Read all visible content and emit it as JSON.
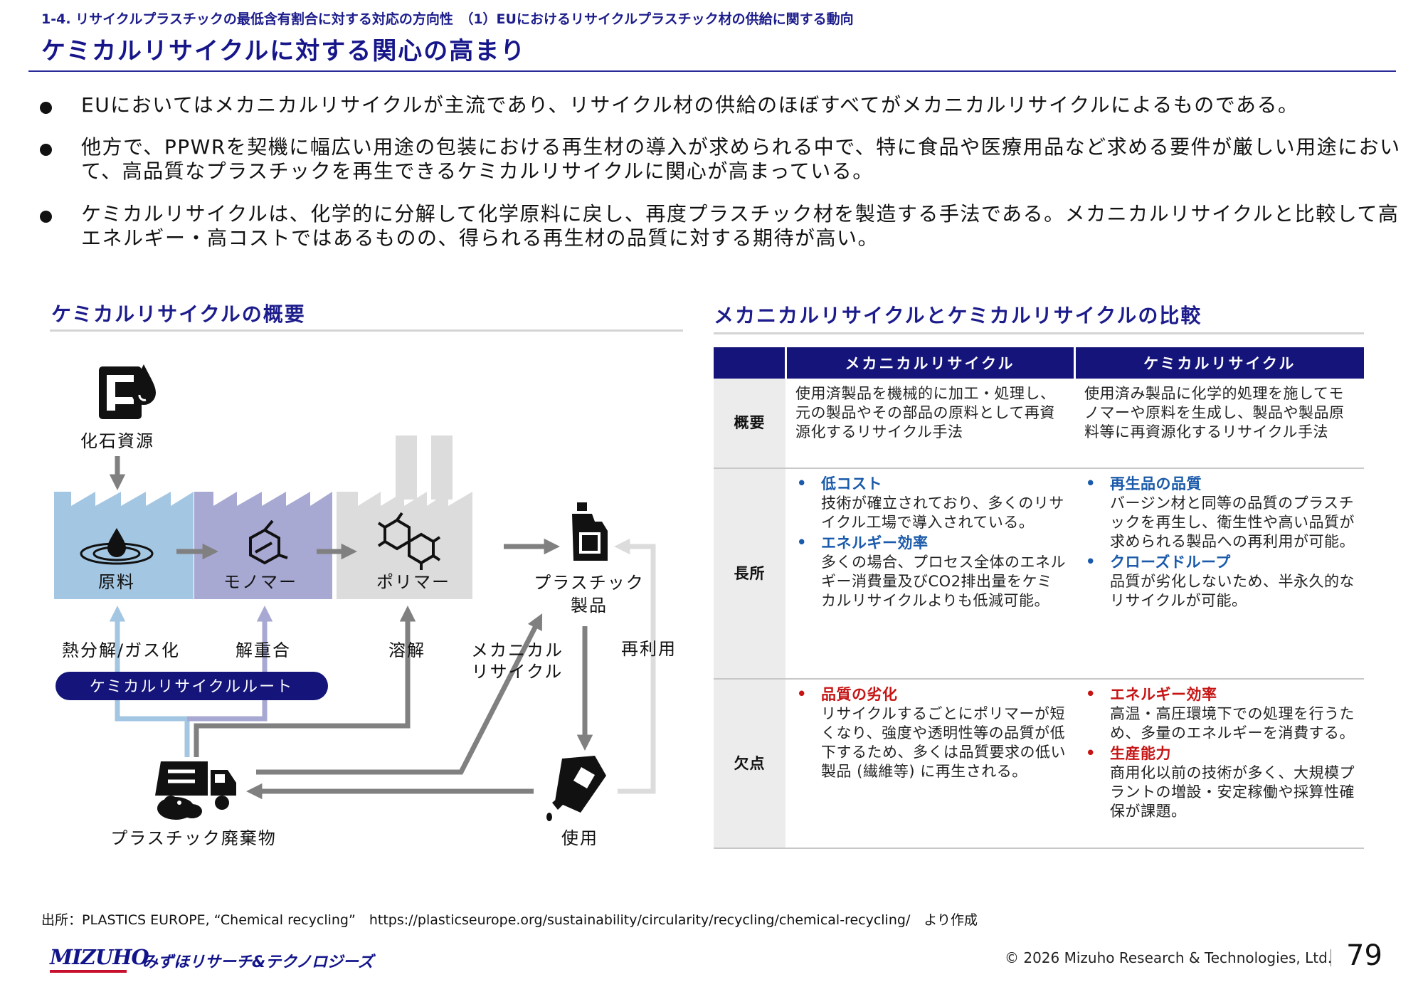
{
  "header": {
    "breadcrumb": "1-4. リサイクルプラスチックの最低含有割合に対する対応の方向性　（1）EUにおけるリサイクルプラスチック材の供給に関する動向",
    "title": "ケミカルリサイクルに対する関心の高まり"
  },
  "bullets": [
    "EUにおいてはメカニカルリサイクルが主流であり、リサイクル材の供給のほぼすべてがメカニカルリサイクルによるものである。",
    "他方で、PPWRを契機に幅広い用途の包装における再生材の導入が求められる中で、特に食品や医療用品など求める要件が厳しい用途において、高品質なプラスチックを再生できるケミカルリサイクルに関心が高まっている。",
    "ケミカルリサイクルは、化学的に分解して化学原料に戻し、再度プラスチック材を製造する手法である。メカニカルリサイクルと比較して高エネルギー・高コストではあるものの、得られる再生材の品質に対する期待が高い。"
  ],
  "diagram": {
    "heading": "ケミカルリサイクルの概要",
    "fossil": "化石資源",
    "raw": "原料",
    "monomer": "モノマー",
    "polymer": "ポリマー",
    "product_l1": "プラスチック",
    "product_l2": "製品",
    "pyrolysis": "熱分解/ガス化",
    "depolymerization": "解重合",
    "dissolution": "溶解",
    "mechanical_l1": "メカニカル",
    "mechanical_l2": "リサイクル",
    "reuse": "再利用",
    "chemical_route": "ケミカルリサイクルルート",
    "waste": "プラスチック廃棄物",
    "use": "使用",
    "colors": {
      "raw": "#a3c6e2",
      "monomer": "#a7a9d2",
      "polymer": "#dcdcdc",
      "arrow": "#808080",
      "route_badge": "#14147a"
    }
  },
  "comparison": {
    "heading": "メカニカルリサイクルとケミカルリサイクルの比較",
    "columns": [
      "メカニカルリサイクル",
      "ケミカルリサイクル"
    ],
    "overview": {
      "label": "概要",
      "mechanical": "使用済製品を機械的に加工・処理し、元の製品やその部品の原料として再資源化するリサイクル手法",
      "chemical": "使用済み製品に化学的処理を施してモノマーや原料を生成し、製品や製品原料等に再資源化するリサイクル手法"
    },
    "merits": {
      "label": "長所",
      "mechanical": [
        {
          "title": "低コスト",
          "body": "技術が確立されており、多くのリサイクル工場で導入されている。"
        },
        {
          "title": "エネルギー効率",
          "body": "多くの場合、プロセス全体のエネルギー消費量及びCO2排出量をケミカルリサイクルよりも低減可能。"
        }
      ],
      "chemical": [
        {
          "title": "再生品の品質",
          "body": "バージン材と同等の品質のプラスチックを再生し、衛生性や高い品質が求められる製品への再利用が可能。"
        },
        {
          "title": "クローズドループ",
          "body": "品質が劣化しないため、半永久的なリサイクルが可能。"
        }
      ]
    },
    "demerits": {
      "label": "欠点",
      "mechanical": [
        {
          "title": "品質の劣化",
          "body": "リサイクルするごとにポリマーが短くなり、強度や透明性等の品質が低下するため、多くは品質要求の低い製品 (繊維等) に再生される。"
        }
      ],
      "chemical": [
        {
          "title": "エネルギー効率",
          "body": "高温・高圧環境下での処理を行うため、多量のエネルギーを消費する。"
        },
        {
          "title": "生産能力",
          "body": "商用化以前の技術が多く、大規模プラントの増設・安定稼働や採算性確保が課題。"
        }
      ]
    },
    "bullet_char": "•",
    "colors": {
      "header_bg": "#14147a",
      "merit": "#1a5aaa",
      "demerit": "#c61414",
      "rowhead_bg": "#ececec"
    }
  },
  "footer": {
    "source_label": "出所：",
    "source_text": "PLASTICS EUROPE, “Chemical recycling”　https://plasticseurope.org/sustainability/circularity/recycling/chemical-recycling/　",
    "source_suffix": "より作成",
    "logo_en": "MIZUHO",
    "logo_ja": "みずほリサーチ&テクノロジーズ",
    "copyright": "© 2026 Mizuho Research & Technologies, Ltd.",
    "page_number": "79"
  }
}
